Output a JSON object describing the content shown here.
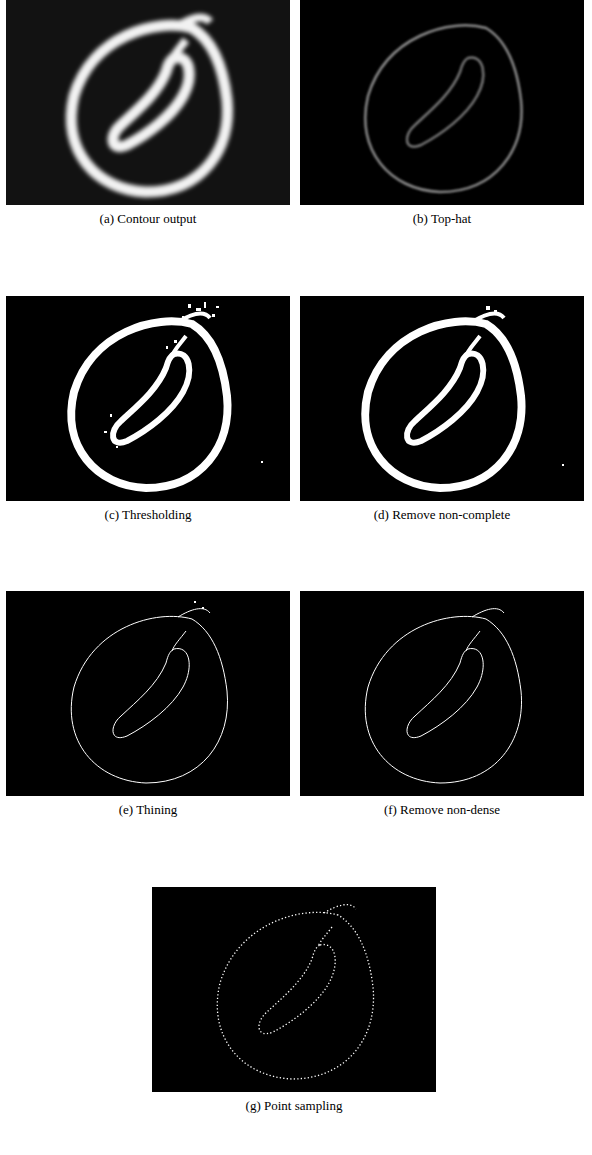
{
  "diagram": {
    "labels": [
      "(a) Contour output",
      "(b) Top-hat",
      "(c) Thresholding",
      "(d) Remove non-complete",
      "(e) Thining",
      "(f) Remove non-dense",
      "(g) Point sampling"
    ]
  }
}
